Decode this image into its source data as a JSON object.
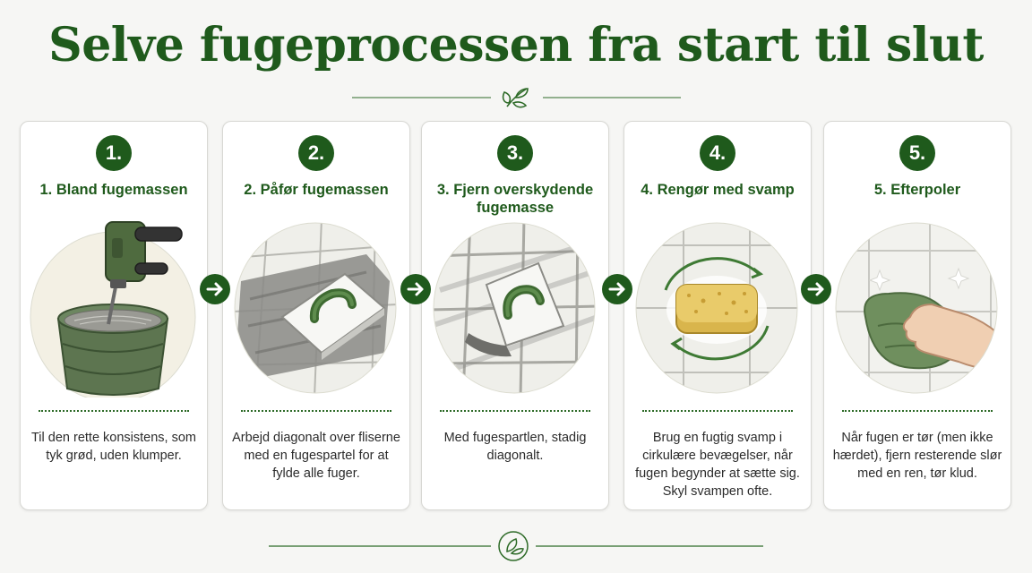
{
  "title": "Selve fugeprocessen fra start til slut",
  "colors": {
    "accent": "#1f5a1c",
    "background": "#f6f6f4",
    "card": "#ffffff"
  },
  "decorations": {
    "top_divider_icon": "leaf-sprig-icon",
    "bottom_divider_icon": "leaf-circle-icon",
    "arrow_icon": "arrow-right-circle-icon"
  },
  "steps": [
    {
      "number": "1.",
      "heading": "1. Bland fugemassen",
      "description": "Til den rette konsistens, som tyk grød, uden klumper.",
      "illustration": "drill-mixer-bucket-illustration"
    },
    {
      "number": "2.",
      "heading": "2. Påfør fugemassen",
      "description": "Arbejd diagonalt over fliserne med en fugespartel for at fylde alle fuger.",
      "illustration": "grout-float-on-tiles-illustration"
    },
    {
      "number": "3.",
      "heading": "3. Fjern overskydende fugemasse",
      "description": "Med fugespartlen, stadig diagonalt.",
      "illustration": "float-scraping-excess-illustration"
    },
    {
      "number": "4.",
      "heading": "4. Rengør med svamp",
      "description": "Brug en fugtig svamp i cirkulære bevægelser, når fugen begynder at sætte sig. Skyl svampen ofte.",
      "illustration": "sponge-circular-motion-illustration"
    },
    {
      "number": "5.",
      "heading": "5. Efterpoler",
      "description": "Når fugen er tør (men ikke hærdet), fjern resterende slør med en ren, tør klud.",
      "illustration": "hand-cloth-polishing-illustration"
    }
  ]
}
